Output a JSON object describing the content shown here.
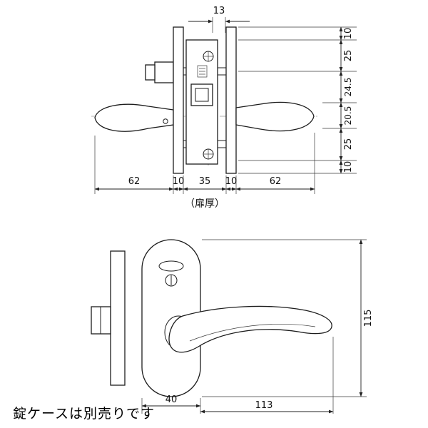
{
  "drawing": {
    "footer_note": "錠ケースは別売りです",
    "top_view": {
      "dim_top": "13",
      "dims_right": [
        "10",
        "25",
        "24.5",
        "20.5",
        "25",
        "10"
      ],
      "dims_bottom": [
        "62",
        "10",
        "35",
        "10",
        "62"
      ],
      "door_thickness_label": "（扉厚）"
    },
    "front_view": {
      "dim_rose_width": "40",
      "dim_lever_length": "113",
      "dim_rose_height": "115"
    }
  }
}
